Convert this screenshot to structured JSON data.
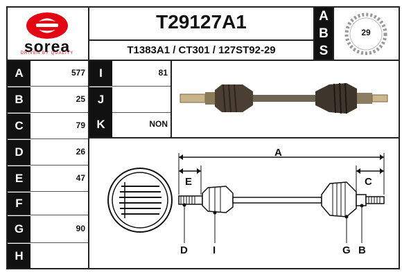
{
  "brand": {
    "name": "sorea",
    "tagline": "DRIVEN BY QUALITY",
    "color": "#e30613"
  },
  "header": {
    "part_number": "T29127A1",
    "cross_refs": "T1383A1 / CT301 / 127ST92-29",
    "abs_letters": [
      "A",
      "B",
      "S"
    ],
    "abs_teeth": "29"
  },
  "specs_left": [
    {
      "label": "A",
      "value": "577"
    },
    {
      "label": "B",
      "value": "25"
    },
    {
      "label": "C",
      "value": "79"
    },
    {
      "label": "D",
      "value": "26"
    },
    {
      "label": "E",
      "value": "47"
    },
    {
      "label": "F",
      "value": ""
    },
    {
      "label": "G",
      "value": "90"
    },
    {
      "label": "H",
      "value": ""
    }
  ],
  "specs_right": [
    {
      "label": "I",
      "value": "81"
    },
    {
      "label": "J",
      "value": ""
    },
    {
      "label": "K",
      "value": "NON"
    }
  ],
  "diagram": {
    "top_label": "A",
    "left_label": "E",
    "right_label": "C",
    "bottom_labels": [
      "D",
      "I",
      "G",
      "B"
    ]
  }
}
